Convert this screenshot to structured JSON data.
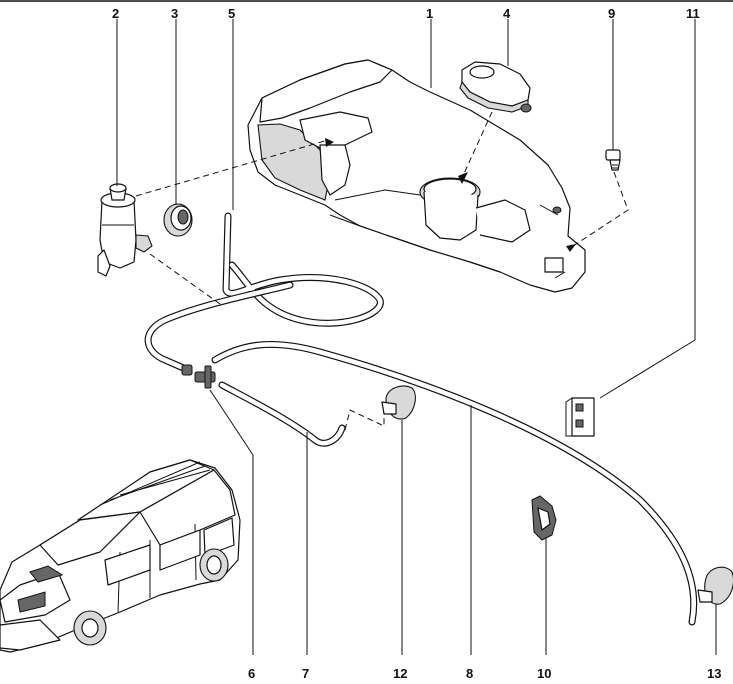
{
  "callouts": [
    {
      "id": "1",
      "label": "1"
    },
    {
      "id": "2",
      "label": "2"
    },
    {
      "id": "3",
      "label": "3"
    },
    {
      "id": "4",
      "label": "4"
    },
    {
      "id": "5",
      "label": "5"
    },
    {
      "id": "6",
      "label": "6"
    },
    {
      "id": "7",
      "label": "7"
    },
    {
      "id": "8",
      "label": "8"
    },
    {
      "id": "9",
      "label": "9"
    },
    {
      "id": "10",
      "label": "10"
    },
    {
      "id": "11",
      "label": "11"
    },
    {
      "id": "12",
      "label": "12"
    },
    {
      "id": "13",
      "label": "13"
    }
  ],
  "colors": {
    "line": "#111111",
    "background": "#ffffff",
    "shade": "#d9d9d9"
  }
}
